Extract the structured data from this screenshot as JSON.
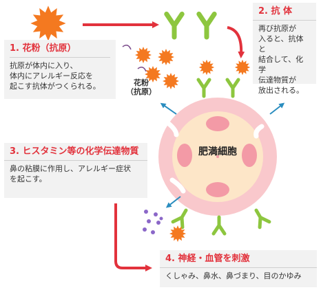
{
  "steps": [
    {
      "title": "1. 花粉（抗原）",
      "body": "抗原が体内に入り、\n体内にアレルギー反応を\n起こす抗体がつくられる。"
    },
    {
      "title": "2. 抗 体",
      "body": "再び抗原が\n入ると、抗体と\n結合して、化学\n伝達物質が\n放出される。"
    },
    {
      "title": "3. ヒスタミン等の化学伝達物質",
      "body": "鼻の粘膜に作用し、アレルギー症状\nを起こす。"
    },
    {
      "title": "4. 神経・血管を刺激",
      "body": "くしゃみ、鼻水、鼻づまり、目のかゆみ"
    }
  ],
  "labels": {
    "pollen": "花粉",
    "antigen": "（抗原）",
    "mast_cell": "肥満細胞"
  },
  "colors": {
    "accent_red": "#e2323c",
    "pollen_orange": "#f47920",
    "antibody_green": "#8dc63f",
    "cell_pink": "#f9c8cc",
    "cell_inner": "#fde6c8",
    "granule": "#f39aa6",
    "arrow_blue": "#2a8dbf",
    "mediator_purple": "#8b67c8",
    "box_bg": "#f2f2f2"
  },
  "icons": [
    "pollen-icon",
    "antibody-icon",
    "mast-cell-icon",
    "arrow-icon",
    "mediator-dot-icon"
  ]
}
